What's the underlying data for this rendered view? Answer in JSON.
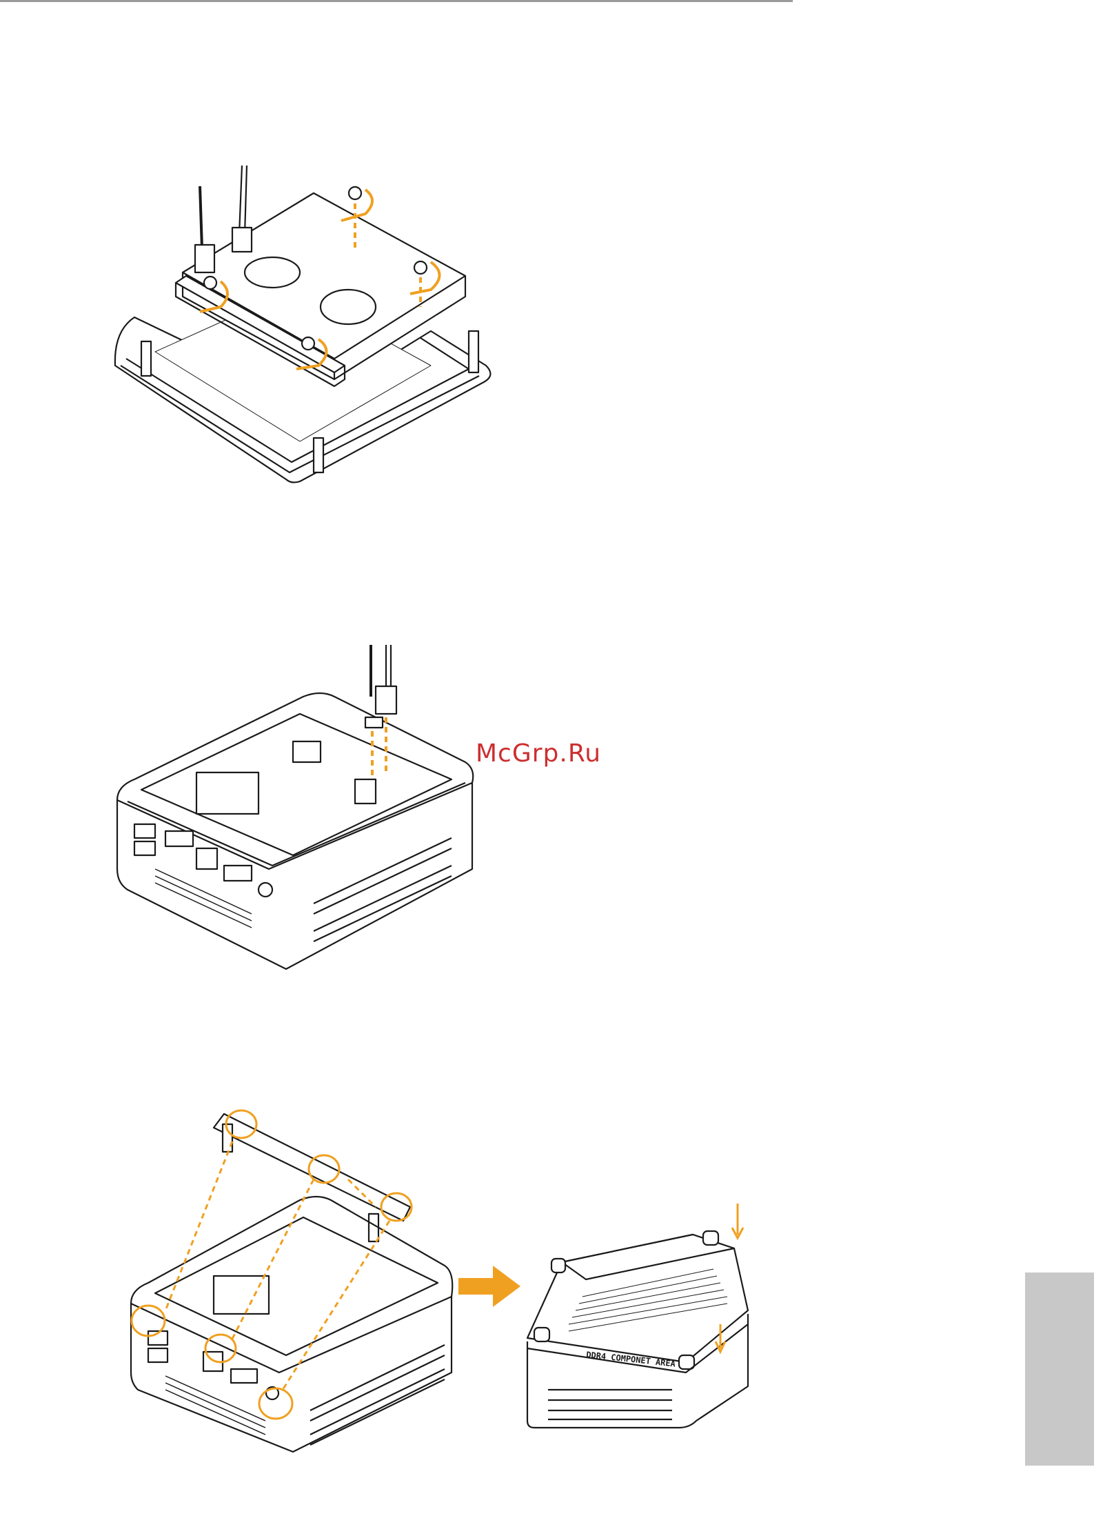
{
  "watermark": {
    "text": "McGrp.Ru"
  },
  "figure3": {
    "label_text": "DDR4 COMPONET AREA"
  },
  "colors": {
    "accent_arrow": "#f0a020",
    "line_art": "#1a1a1a",
    "side_tab": "#c8c8c8",
    "watermark": "#cc2f2f"
  },
  "figures": [
    {
      "id": "hdd-install",
      "icon": "hdd-bracket-screws-illustration"
    },
    {
      "id": "sata-connect",
      "icon": "sata-cable-connection-illustration"
    },
    {
      "id": "cover-close",
      "icon": "bottom-cover-attach-illustration"
    }
  ]
}
